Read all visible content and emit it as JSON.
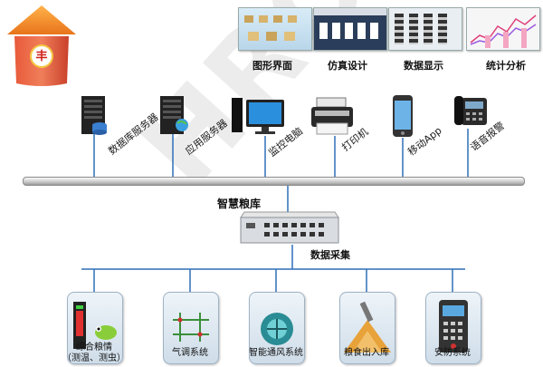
{
  "logo": {
    "glyph": "丰"
  },
  "screenshots": [
    {
      "caption": "图形界面"
    },
    {
      "caption": "仿真设计"
    },
    {
      "caption": "数据显示"
    },
    {
      "caption": "统计分析"
    }
  ],
  "devices": [
    {
      "label": "数据库服务器"
    },
    {
      "label": "应用服务器"
    },
    {
      "label": "监控电脑"
    },
    {
      "label": "打印机"
    },
    {
      "label": "移动App"
    },
    {
      "label": "语音报警"
    }
  ],
  "center": {
    "title": "智慧粮库",
    "collector": "数据采集"
  },
  "subsystems": [
    {
      "label_line1": "综合粮情",
      "label_line2": "（测温、测虫）"
    },
    {
      "label_line1": "气调系统",
      "label_line2": ""
    },
    {
      "label_line1": "智能通风系统",
      "label_line2": ""
    },
    {
      "label_line1": "粮食出入库",
      "label_line2": ""
    },
    {
      "label_line1": "安防系统",
      "label_line2": ""
    }
  ],
  "watermark": "HROUSE"
}
